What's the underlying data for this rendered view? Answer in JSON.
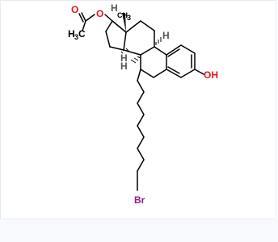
{
  "molecule": {
    "atoms": {
      "carbonyl_o": "O",
      "ester_o": "O",
      "methyl": "H",
      "methyl_sub": "3",
      "methyl_c": "C",
      "c13_methyl": "CH",
      "c13_methyl_sub": "3",
      "h17": "H",
      "h9": "H",
      "h8": "H",
      "h14": "H",
      "hydroxyl": "OH",
      "bromine": "Br"
    },
    "colors": {
      "oxygen": "#e8141b",
      "bromine": "#8b1c8a",
      "carbon": "#000000",
      "stereo_h": "#555555",
      "border": "#e3eaf3"
    }
  }
}
